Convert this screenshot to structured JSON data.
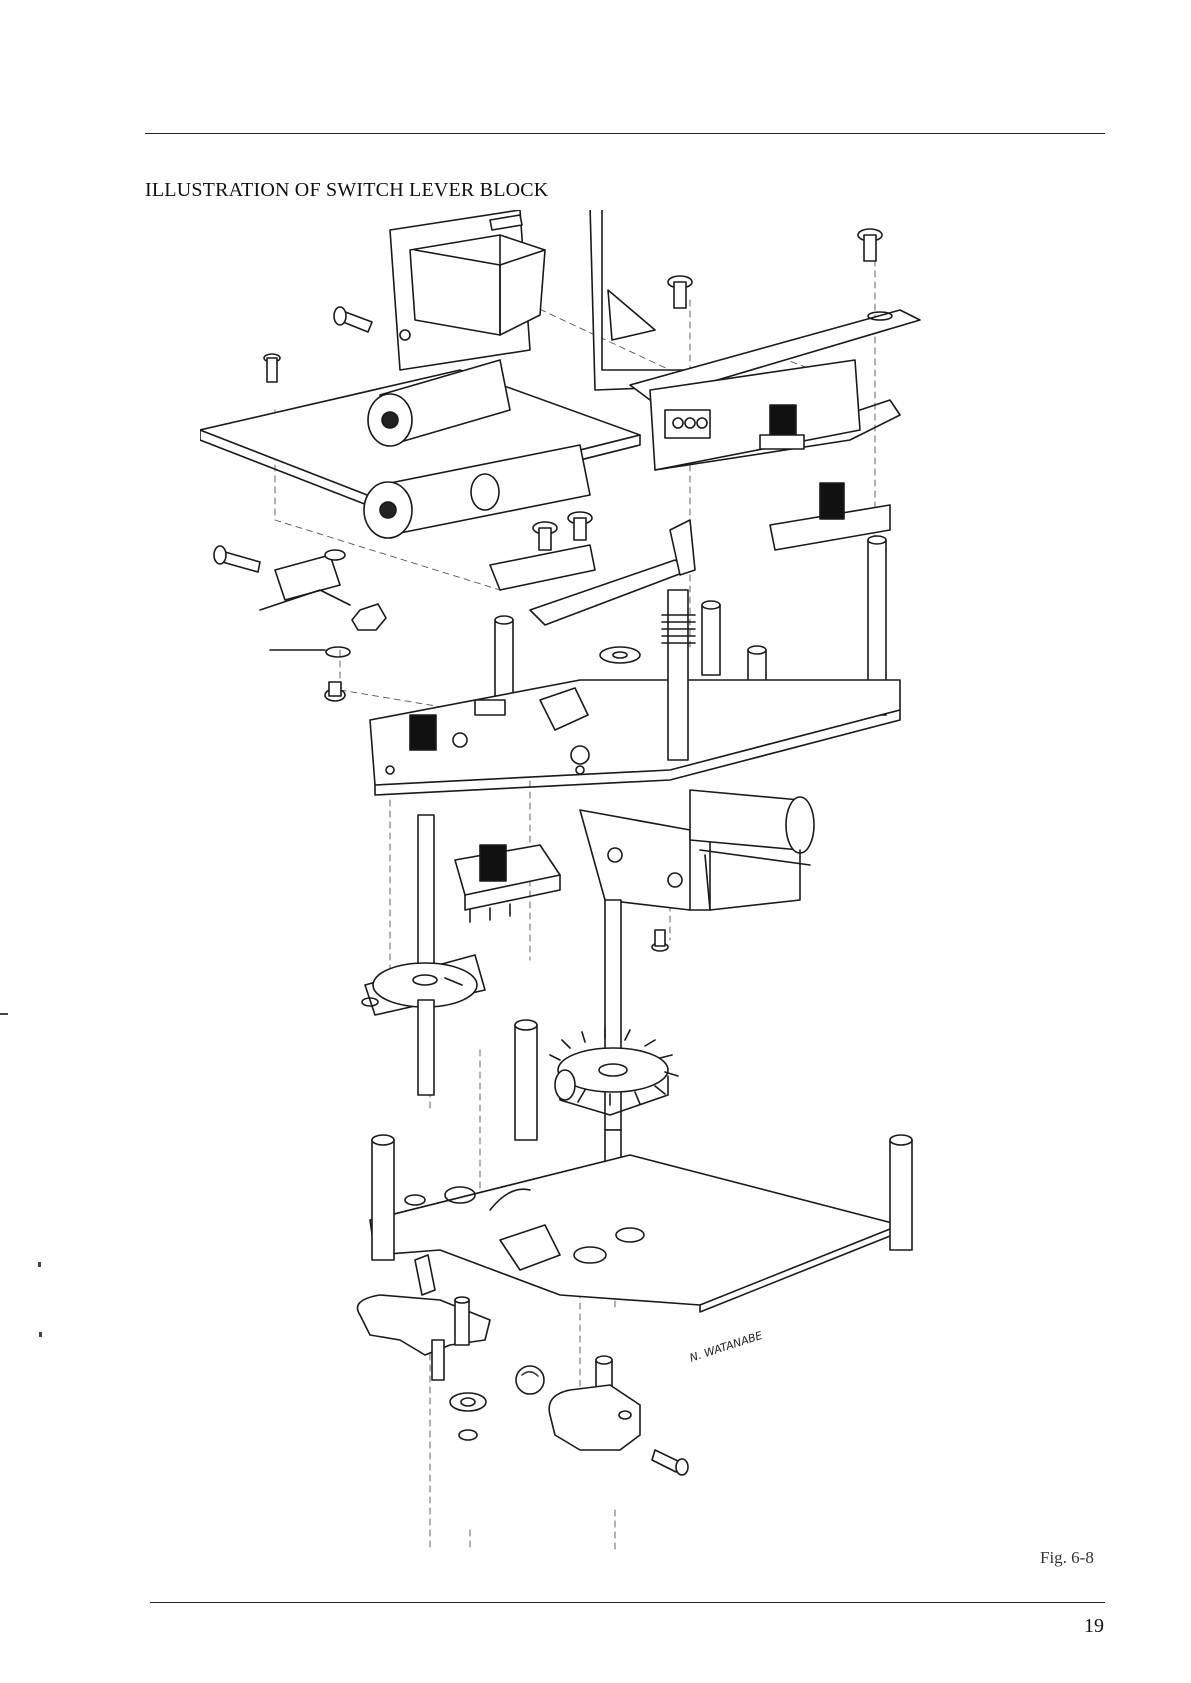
{
  "document": {
    "title": "ILLUSTRATION OF SWITCH LEVER BLOCK",
    "figure_label": "Fig. 6-8",
    "page_number": "19",
    "artist_signature": "N. WATANABE"
  },
  "illustration": {
    "icon": "exploded-switch-lever-block-icon"
  }
}
